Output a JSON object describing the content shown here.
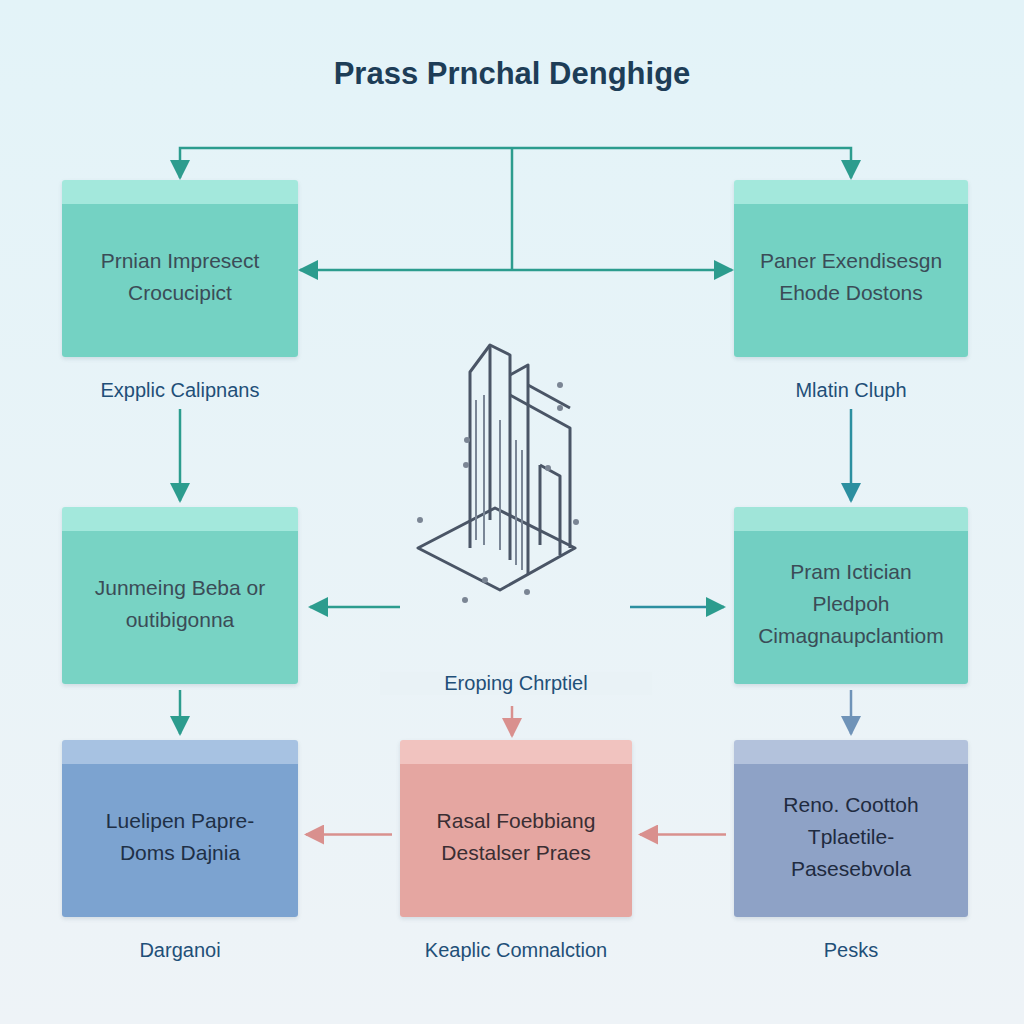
{
  "diagram": {
    "title": "Prass Prnchal Denghige",
    "nodes": [
      {
        "text": [
          "Prnian Impresect Crocucipict",
          "Expplic Calipnans"
        ]
      },
      {
        "text": [
          "Paner Exendisesgn Ehode Dostons",
          "Mlatin Cluph"
        ]
      },
      {
        "text": [
          "Junmeing Beba or outibigonna"
        ]
      },
      {
        "text": [
          "Pram Ictician Pledpoh Cimagnaupclantiom"
        ]
      },
      {
        "text": [
          "Luelipen Papre-Doms Dajnia",
          "Darganoi"
        ]
      },
      {
        "text": [
          "Rasal Foebbiang Destalser Praes",
          "Keaplic Comnalction"
        ]
      },
      {
        "text": [
          "Reno. Coottoh Tplaetile-Pasesebvola",
          "Pesks"
        ]
      }
    ],
    "edges": [
      {
        "from": 0,
        "to": 1,
        "arrow": "both"
      },
      {
        "from": 0,
        "to": 1,
        "arrow": "both"
      },
      {
        "from": 0,
        "to": 2,
        "arrow": "to"
      },
      {
        "from": 1,
        "to": 3,
        "arrow": "to"
      },
      {
        "from": 2,
        "to": 4,
        "arrow": "to"
      },
      {
        "from": 3,
        "to": 6,
        "arrow": "to"
      },
      {
        "from": 5,
        "to": 4,
        "arrow": "to"
      },
      {
        "from": 6,
        "to": 5,
        "arrow": "to"
      }
    ],
    "labels": [
      "Eroping Chrptiel"
    ]
  }
}
